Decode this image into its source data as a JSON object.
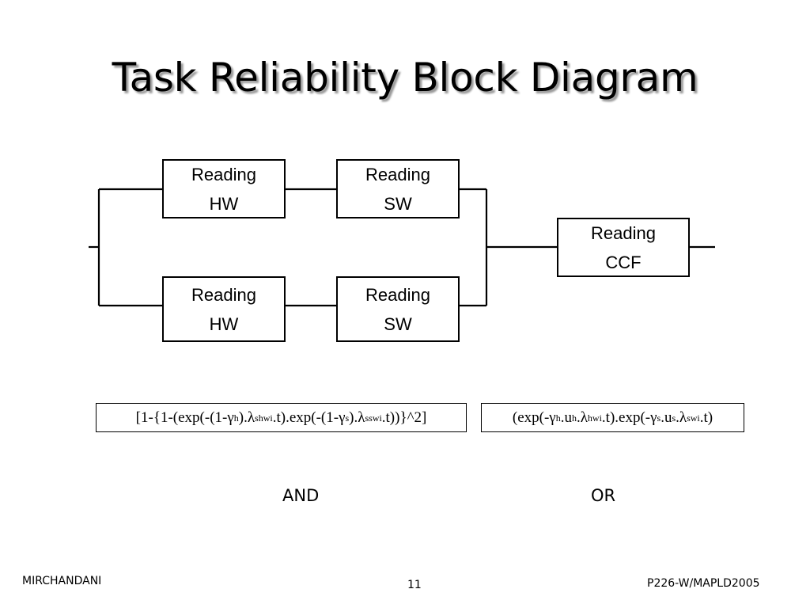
{
  "title": "Task Reliability Block Diagram",
  "blocks": {
    "top_hw": {
      "line1": "Reading",
      "line2": "HW"
    },
    "top_sw": {
      "line1": "Reading",
      "line2": "SW"
    },
    "bottom_hw": {
      "line1": "Reading",
      "line2": "HW"
    },
    "bottom_sw": {
      "line1": "Reading",
      "line2": "SW"
    },
    "ccf": {
      "line1": "Reading",
      "line2": "CCF"
    }
  },
  "formula_and": {
    "t1": "[1-{1-(exp(-(1-γ",
    "s1": "h",
    "t2": ").λ",
    "s2": "shwi",
    "t3": ".t).exp(-(1-γ",
    "s3": "s",
    "t4": ").λ",
    "s4": "sswi",
    "t5": ".t))}^2]"
  },
  "formula_or": {
    "t1": "(exp(-γ",
    "s1": "h",
    "t2": ".u",
    "s2": "h",
    "t3": ".λ",
    "s3": "hwi",
    "t4": ".t).exp(-γ",
    "s4": "s",
    "t5": ".u",
    "s5": "s",
    "t6": ".λ",
    "s6": "swi",
    "t7": ".t)"
  },
  "labels": {
    "and": "AND",
    "or": "OR"
  },
  "footer": {
    "left": "MIRCHANDANI",
    "center": "11",
    "right": "P226-W/MAPLD2005"
  }
}
